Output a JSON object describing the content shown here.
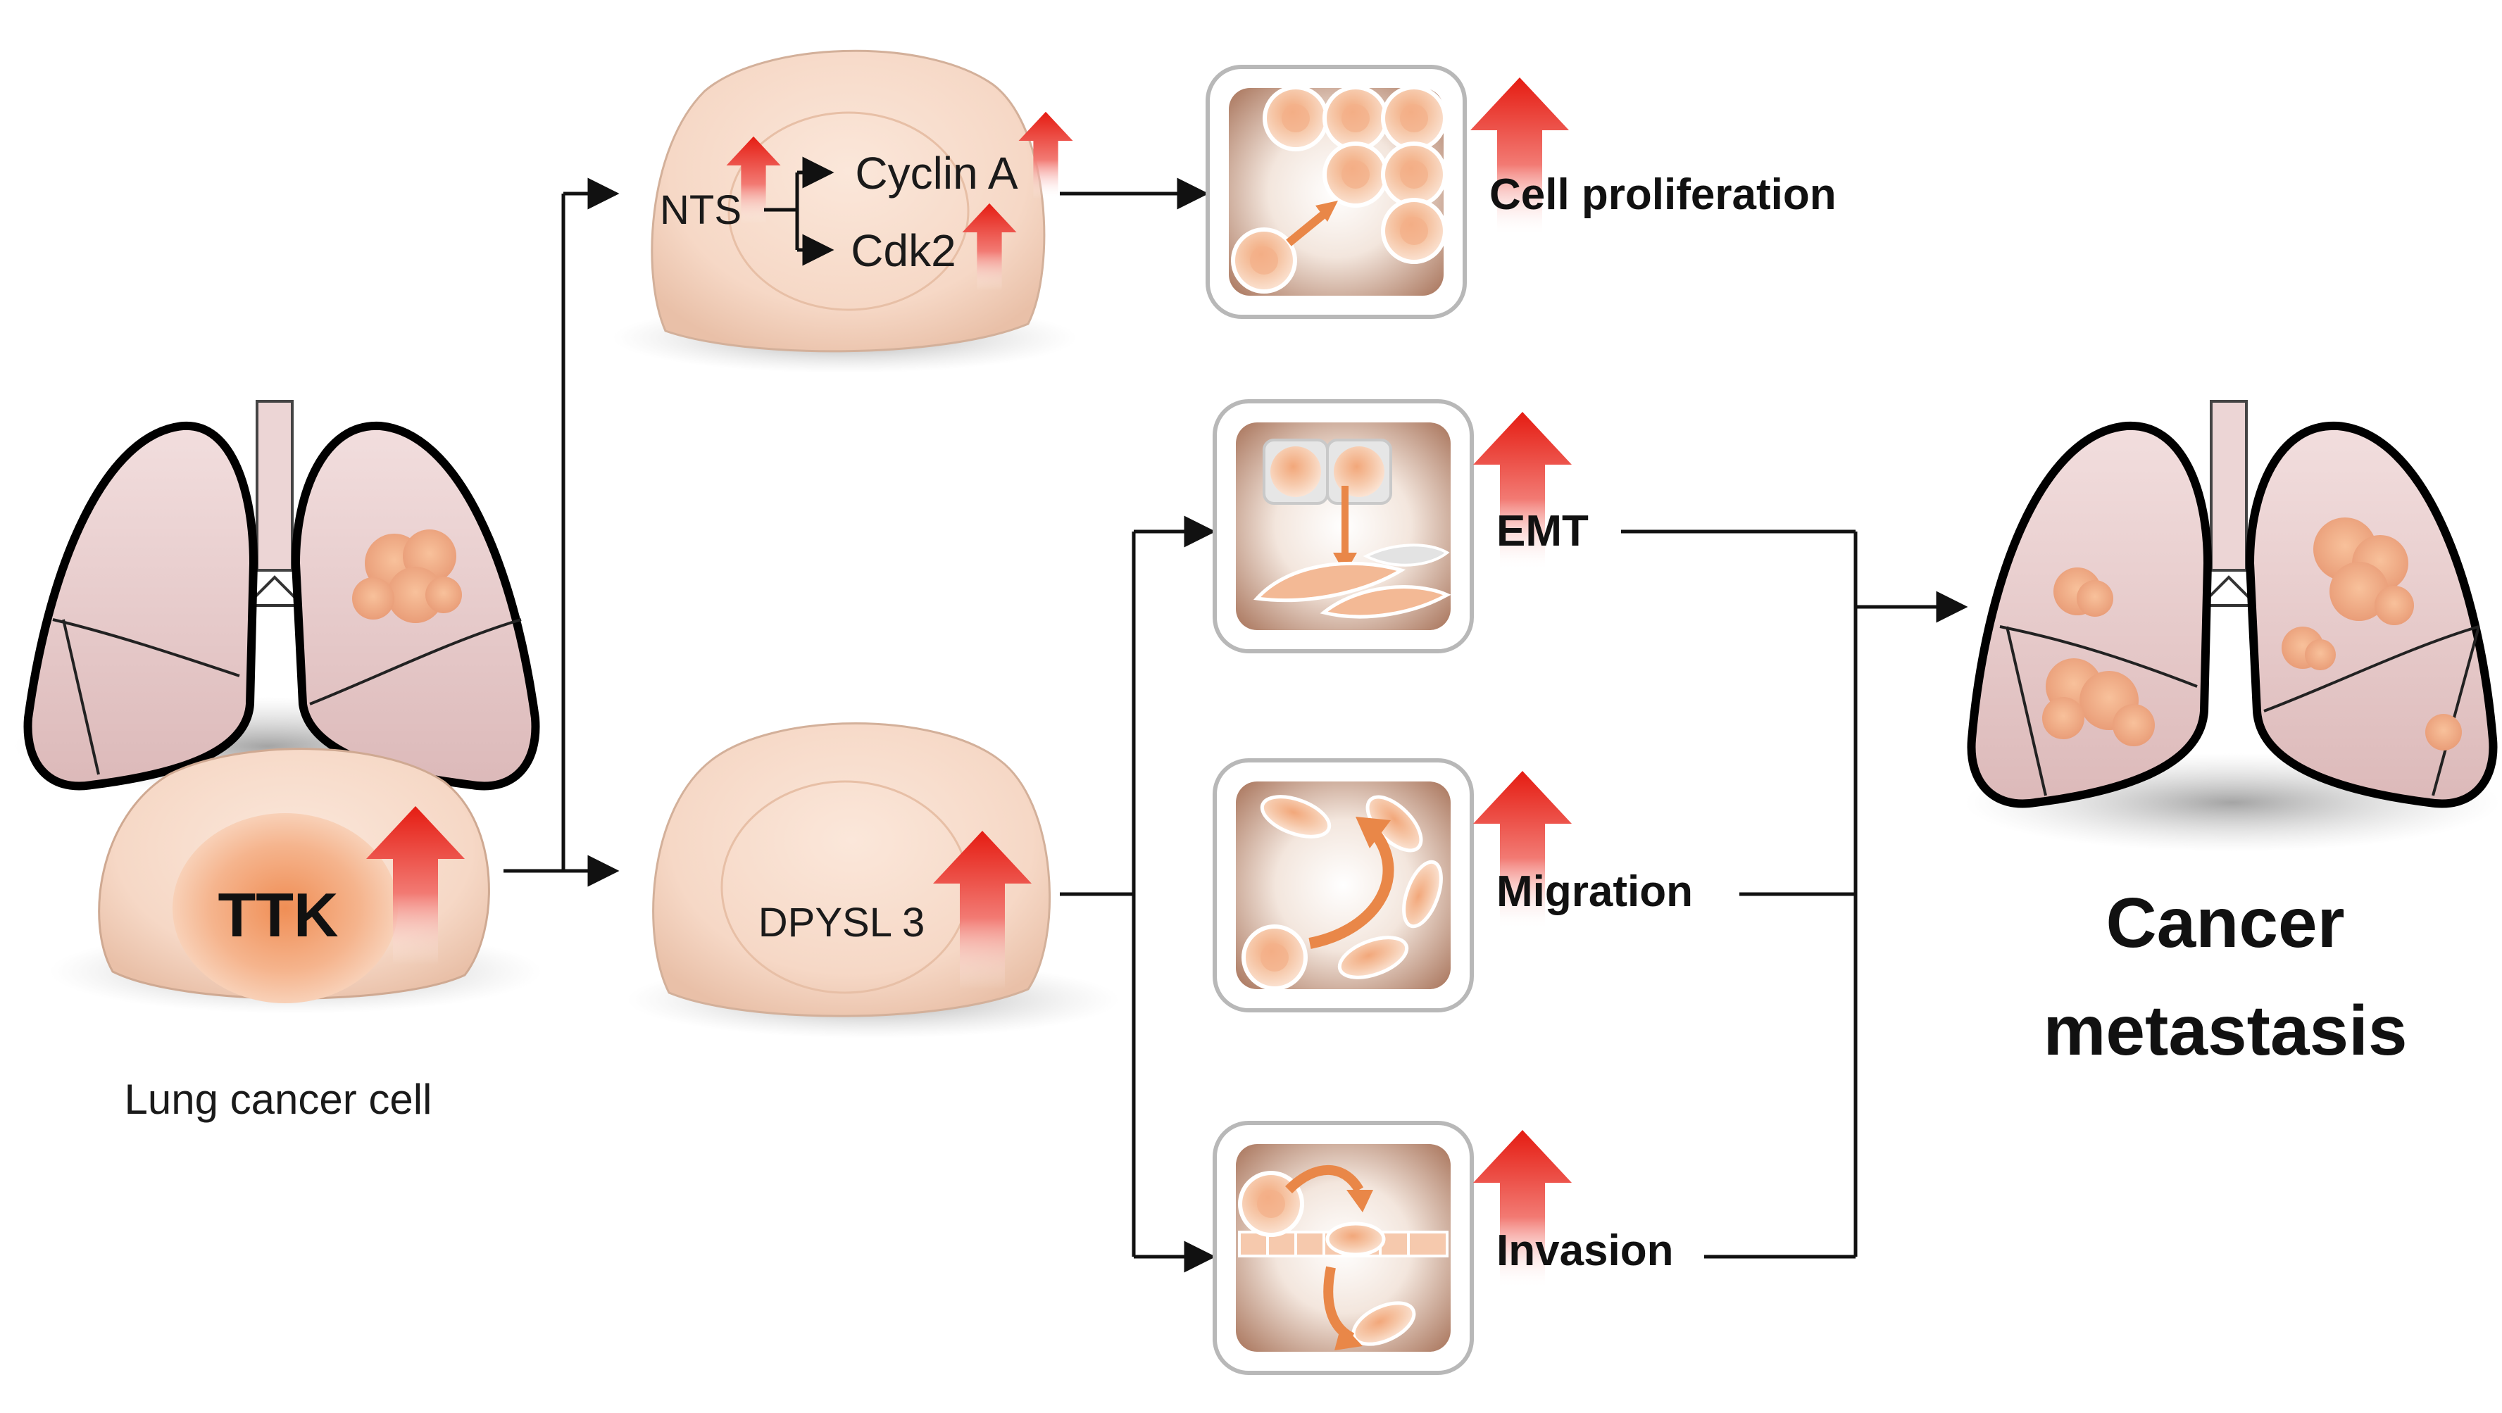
{
  "labels": {
    "source_cell": "TTK",
    "source_caption": "Lung cancer cell",
    "upper_cell_gene": "NTS",
    "upper_target_1": "Cyclin A",
    "upper_target_2": "Cdk2",
    "lower_cell_gene": "DPYSL 3",
    "outcome_proliferation": "Cell proliferation",
    "outcome_emt": "EMT",
    "outcome_migration": "Migration",
    "outcome_invasion": "Invasion",
    "result_line1": "Cancer",
    "result_line2": "metastasis"
  },
  "colors": {
    "cell_fill": "#f8e1d3",
    "cell_nucleus": "#f2b48c",
    "up_arrow": "#e8281e",
    "panel_bg": "#bf8d74",
    "lung_fill": "#ead0d0",
    "tumor": "#efa47c",
    "line": "#111111"
  },
  "icons": {
    "up_arrow": "up-arrow-icon",
    "flow_arrow": "arrow-right-icon"
  }
}
